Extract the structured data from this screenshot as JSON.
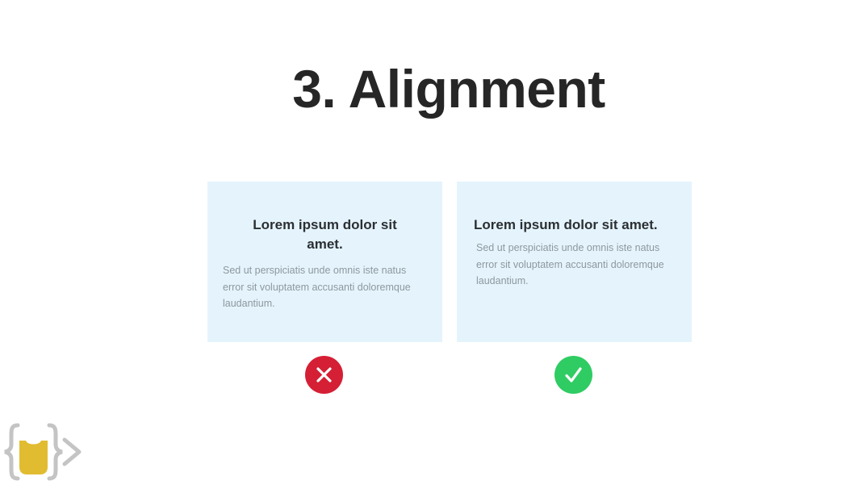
{
  "slide": {
    "title": "3. Alignment"
  },
  "examples": [
    {
      "verdict": "incorrect",
      "heading": "Lorem ipsum dolor sit amet.",
      "body": "Sed ut perspiciatis unde omnis iste natus error sit voluptatem accusanti doloremque laudantium.",
      "icon": "x-mark-icon"
    },
    {
      "verdict": "correct",
      "heading": "Lorem ipsum dolor sit amet.",
      "body": "Sed ut perspiciatis unde omnis iste natus error sit voluptatem accusanti doloremque laudantium.",
      "icon": "checkmark-icon"
    }
  ],
  "colors": {
    "card_background": "#e5f4fc",
    "incorrect_badge": "#d51f35",
    "correct_badge": "#2fcc63",
    "logo_yellow": "#e1bc30",
    "logo_gray": "#c4c4c4"
  },
  "logo": {
    "icon": "code-braces-logo"
  }
}
